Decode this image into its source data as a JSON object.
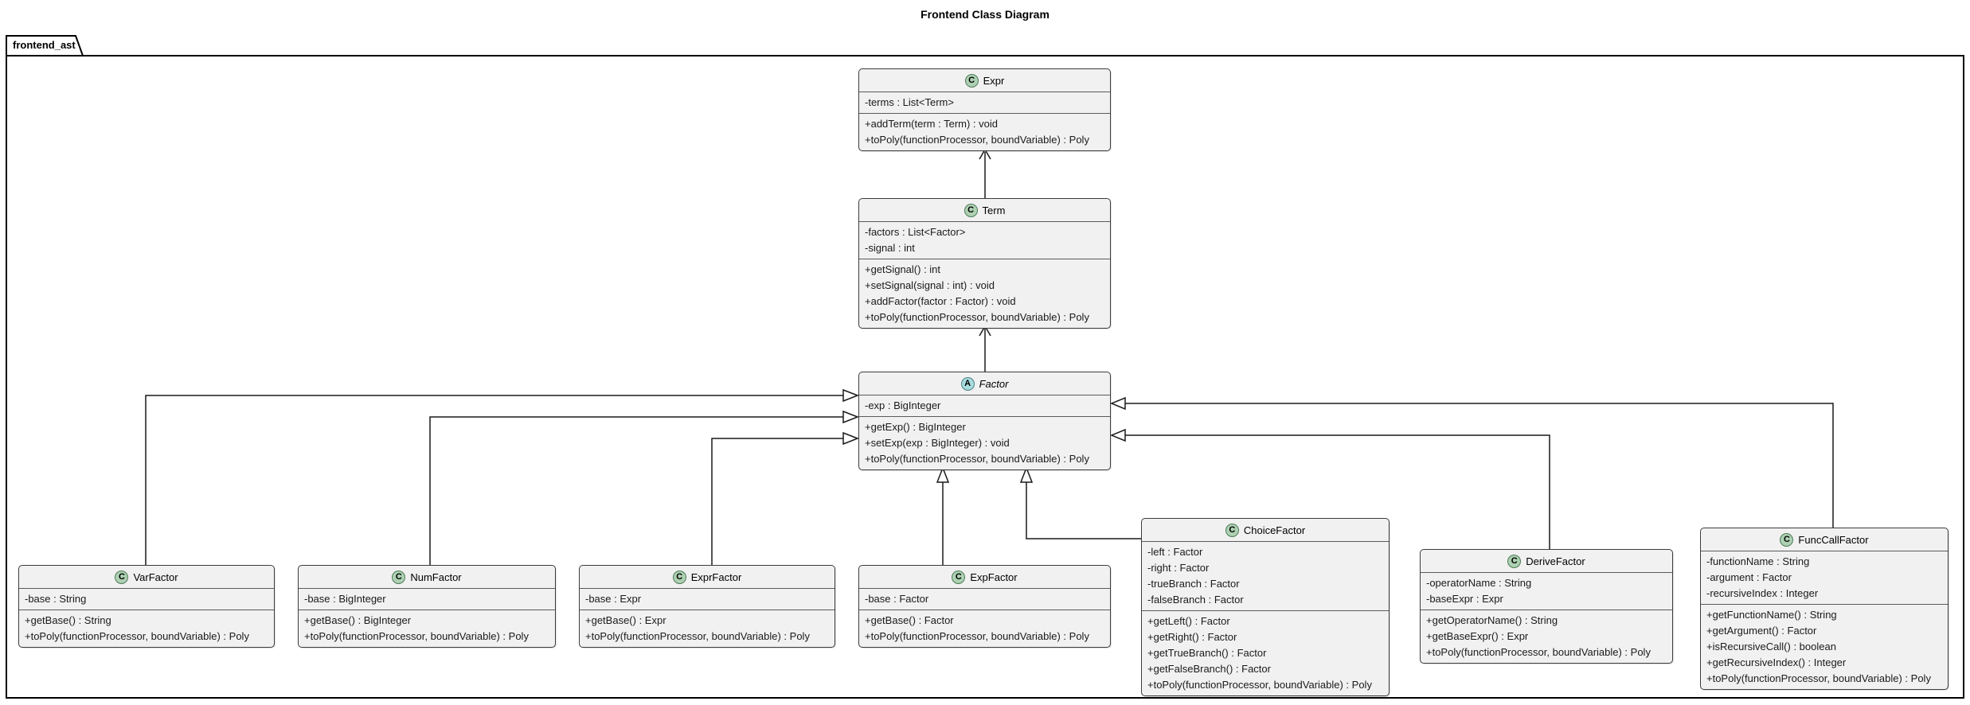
{
  "title": "Frontend Class Diagram",
  "package": {
    "name": "frontend_ast"
  },
  "colors": {
    "background": "#ffffff",
    "box_fill": "#f1f1f1",
    "box_border": "#3c3c3c",
    "class_badge_fill": "#add1b2",
    "class_badge_border": "#4e7b58",
    "abstract_badge_fill": "#a9dcdf",
    "abstract_badge_border": "#4a7f84",
    "edge_color": "#1a1a1a"
  },
  "classes": {
    "expr": {
      "badge": "C",
      "name": "Expr",
      "attributes": [
        "-terms : List<Term>"
      ],
      "methods": [
        "+addTerm(term : Term) : void",
        "+toPoly(functionProcessor, boundVariable) : Poly"
      ]
    },
    "term": {
      "badge": "C",
      "name": "Term",
      "attributes": [
        "-factors : List<Factor>",
        "-signal : int"
      ],
      "methods": [
        "+getSignal() : int",
        "+setSignal(signal : int) : void",
        "+addFactor(factor : Factor) : void",
        "+toPoly(functionProcessor, boundVariable) : Poly"
      ]
    },
    "factor": {
      "badge": "A",
      "name": "Factor",
      "attributes": [
        "-exp : BigInteger"
      ],
      "methods": [
        "+getExp() : BigInteger",
        "+setExp(exp : BigInteger) : void",
        "+toPoly(functionProcessor, boundVariable) : Poly"
      ]
    },
    "varfactor": {
      "badge": "C",
      "name": "VarFactor",
      "attributes": [
        "-base : String"
      ],
      "methods": [
        "+getBase() : String",
        "+toPoly(functionProcessor, boundVariable) : Poly"
      ]
    },
    "numfactor": {
      "badge": "C",
      "name": "NumFactor",
      "attributes": [
        "-base : BigInteger"
      ],
      "methods": [
        "+getBase() : BigInteger",
        "+toPoly(functionProcessor, boundVariable) : Poly"
      ]
    },
    "exprfactor": {
      "badge": "C",
      "name": "ExprFactor",
      "attributes": [
        "-base : Expr"
      ],
      "methods": [
        "+getBase() : Expr",
        "+toPoly(functionProcessor, boundVariable) : Poly"
      ]
    },
    "expfactor": {
      "badge": "C",
      "name": "ExpFactor",
      "attributes": [
        "-base : Factor"
      ],
      "methods": [
        "+getBase() : Factor",
        "+toPoly(functionProcessor, boundVariable) : Poly"
      ]
    },
    "choicefactor": {
      "badge": "C",
      "name": "ChoiceFactor",
      "attributes": [
        "-left : Factor",
        "-right : Factor",
        "-trueBranch : Factor",
        "-falseBranch : Factor"
      ],
      "methods": [
        "+getLeft() : Factor",
        "+getRight() : Factor",
        "+getTrueBranch() : Factor",
        "+getFalseBranch() : Factor",
        "+toPoly(functionProcessor, boundVariable) : Poly"
      ]
    },
    "derivefactor": {
      "badge": "C",
      "name": "DeriveFactor",
      "attributes": [
        "-operatorName : String",
        "-baseExpr : Expr"
      ],
      "methods": [
        "+getOperatorName() : String",
        "+getBaseExpr() : Expr",
        "+toPoly(functionProcessor, boundVariable) : Poly"
      ]
    },
    "funccallfactor": {
      "badge": "C",
      "name": "FuncCallFactor",
      "attributes": [
        "-functionName : String",
        "-argument : Factor",
        "-recursiveIndex : Integer"
      ],
      "methods": [
        "+getFunctionName() : String",
        "+getArgument() : Factor",
        "+isRecursiveCall() : boolean",
        "+getRecursiveIndex() : Integer",
        "+toPoly(functionProcessor, boundVariable) : Poly"
      ]
    }
  }
}
